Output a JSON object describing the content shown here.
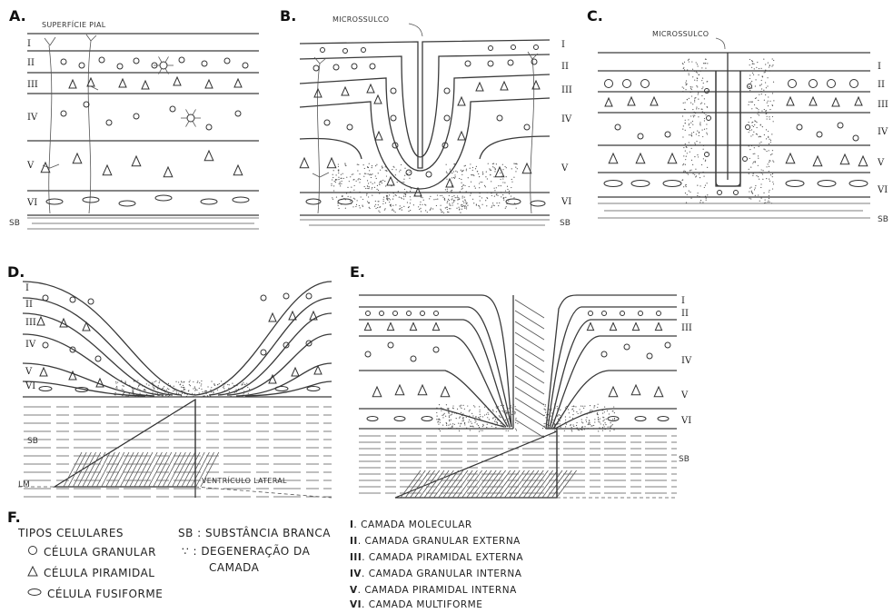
{
  "panels": {
    "a": {
      "label": "A.",
      "top_note": "SUPERFÍCIE PIAL",
      "sb": "SB"
    },
    "b": {
      "label": "B.",
      "top_note": "MICROSSULCO",
      "sb": "SB"
    },
    "c": {
      "label": "C.",
      "top_note": "MICROSSULCO",
      "sb": "SB"
    },
    "d": {
      "label": "D.",
      "sb": "SB",
      "lm": "LM",
      "ventricle": "VENTRÍCULO LATERAL"
    },
    "e": {
      "label": "E.",
      "sb": "SB"
    }
  },
  "roman_numerals": [
    "I",
    "II",
    "III",
    "IV",
    "V",
    "VI"
  ],
  "legend": {
    "label": "F.",
    "cell_types_title": "TIPOS CELULARES",
    "cell_types": [
      {
        "symbol": "circle",
        "text": "CÉLULA GRANULAR"
      },
      {
        "symbol": "triangle",
        "text": "CÉLULA PIRAMIDAL"
      },
      {
        "symbol": "ellipse",
        "text": "CÉLULA FUSIFORME"
      }
    ],
    "sb_key": "SB",
    "sb_text": "SUBSTÂNCIA BRANCA",
    "degeneration_key": "∵",
    "degeneration_text_1": "DEGENERAÇÃO DA",
    "degeneration_text_2": "CAMADA",
    "layers": [
      {
        "num": "I",
        "text": "CAMADA MOLECULAR"
      },
      {
        "num": "II",
        "text": "CAMADA GRANULAR EXTERNA"
      },
      {
        "num": "III",
        "text": "CAMADA PIRAMIDAL EXTERNA"
      },
      {
        "num": "IV",
        "text": "CAMADA GRANULAR INTERNA"
      },
      {
        "num": "V",
        "text": "CAMADA PIRAMIDAL INTERNA"
      },
      {
        "num": "VI",
        "text": "CAMADA MULTIFORME"
      }
    ]
  }
}
